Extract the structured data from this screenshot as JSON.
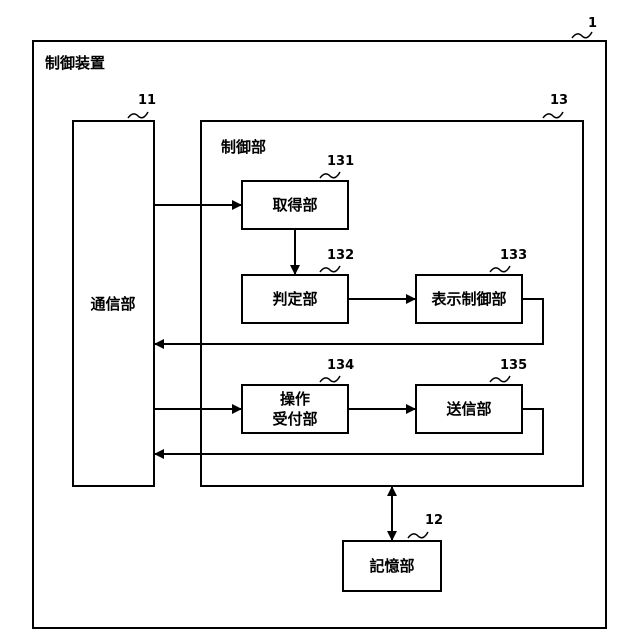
{
  "refs": {
    "device": "1",
    "comm": "11",
    "storage": "12",
    "control": "13",
    "acquire": "131",
    "judge": "132",
    "display": "133",
    "operation": "134",
    "send": "135"
  },
  "labels": {
    "device": "制御装置",
    "comm": "通信部",
    "control": "制御部",
    "acquire": "取得部",
    "judge": "判定部",
    "display": "表示制御部",
    "operation_line1": "操作",
    "operation_line2": "受付部",
    "send": "送信部",
    "storage": "記憶部"
  }
}
